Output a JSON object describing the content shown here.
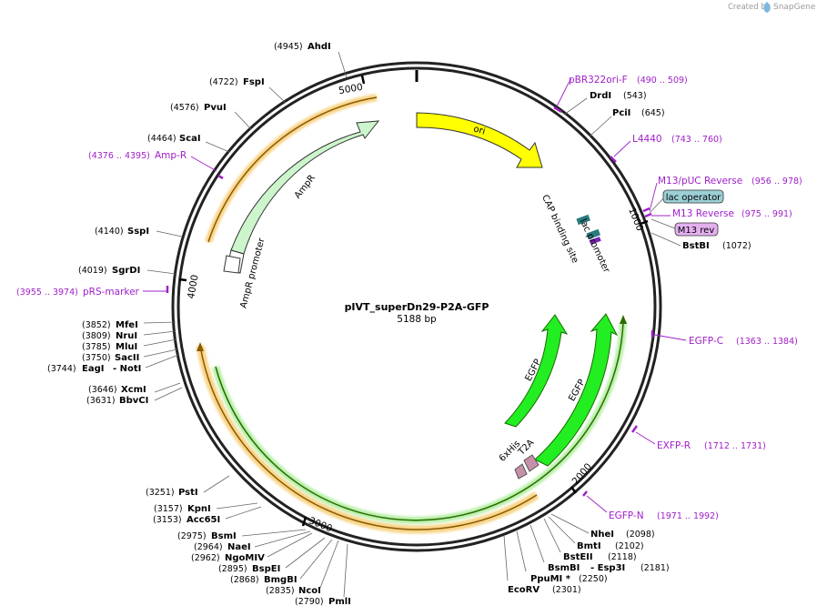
{
  "credit": {
    "text": "Created by",
    "brand": "SnapGene"
  },
  "plasmid": {
    "name": "pIVT_superDn29-P2A-GFP",
    "length_label": "5188 bp"
  },
  "ticks": [
    "1000",
    "2000",
    "3000",
    "4000",
    "5000"
  ],
  "features": {
    "ori": "ori",
    "ampr": "AmpR",
    "ampr_promoter": "AmpR promoter",
    "egfp1": "EGFP",
    "egfp2": "EGFP",
    "his": "6xHis",
    "t2a": "T2A",
    "cap": "CAP binding site",
    "lac_promoter": "lac promoter"
  },
  "boxes": {
    "lac_operator": "lac operator",
    "m13_rev": "M13 rev"
  },
  "enzymes": [
    {
      "pos": "(4945)",
      "name": "AhdI"
    },
    {
      "pos": "(4722)",
      "name": "FspI"
    },
    {
      "pos": "(4576)",
      "name": "PvuI"
    },
    {
      "pos": "(4464)",
      "name": "ScaI"
    },
    {
      "pos": "(4140)",
      "name": "SspI"
    },
    {
      "pos": "(4019)",
      "name": "SgrDI"
    },
    {
      "pos": "(3852)",
      "name": "MfeI"
    },
    {
      "pos": "(3809)",
      "name": "NruI"
    },
    {
      "pos": "(3785)",
      "name": "MluI"
    },
    {
      "pos": "(3750)",
      "name": "SacII"
    },
    {
      "pos": "(3744)",
      "name": "EagI",
      "extra": "- NotI"
    },
    {
      "pos": "(3646)",
      "name": "XcmI"
    },
    {
      "pos": "(3631)",
      "name": "BbvCI"
    },
    {
      "pos": "(3251)",
      "name": "PstI"
    },
    {
      "pos": "(3157)",
      "name": "KpnI"
    },
    {
      "pos": "(3153)",
      "name": "Acc65I"
    },
    {
      "pos": "(2975)",
      "name": "BsmI"
    },
    {
      "pos": "(2964)",
      "name": "NaeI"
    },
    {
      "pos": "(2962)",
      "name": "NgoMIV"
    },
    {
      "pos": "(2895)",
      "name": "BspEI"
    },
    {
      "pos": "(2868)",
      "name": "BmgBI"
    },
    {
      "pos": "(2835)",
      "name": "NcoI"
    },
    {
      "pos": "(2790)",
      "name": "PmlI"
    },
    {
      "pos": "(543)",
      "name": "DrdI"
    },
    {
      "pos": "(645)",
      "name": "PciI"
    },
    {
      "pos": "(1072)",
      "name": "BstBI"
    },
    {
      "pos": "(2098)",
      "name": "NheI"
    },
    {
      "pos": "(2102)",
      "name": "BmtI"
    },
    {
      "pos": "(2118)",
      "name": "BstEII"
    },
    {
      "pos": "(2181)",
      "name": "BsmBI",
      "extra": "- Esp3I"
    },
    {
      "pos": "(2250)",
      "name": "PpuMI *"
    },
    {
      "pos": "(2301)",
      "name": "EcoRV"
    }
  ],
  "primers": [
    {
      "name": "pBR322ori-F",
      "pos": "(490 .. 509)"
    },
    {
      "name": "L4440",
      "pos": "(743 .. 760)"
    },
    {
      "name": "M13/pUC Reverse",
      "pos": "(956 .. 978)"
    },
    {
      "name": "M13 Reverse",
      "pos": "(975 .. 991)"
    },
    {
      "name": "EGFP-C",
      "pos": "(1363 .. 1384)"
    },
    {
      "name": "EXFP-R",
      "pos": "(1712 .. 1731)"
    },
    {
      "name": "EGFP-N",
      "pos": "(1971 .. 1992)"
    },
    {
      "name": "Amp-R",
      "pos": "(4376 .. 4395)"
    },
    {
      "name": "pRS-marker",
      "pos": "(3955 .. 3974)"
    }
  ],
  "colors": {
    "ori": "#ffff00",
    "ampr": "#ccf5cc",
    "egfp": "#22ee22",
    "orf_highlight": "#f8d488",
    "orf_line": "#8b5a00",
    "orf_green_highlight": "#b8f0a8",
    "orf_green_line": "#2a6a00",
    "primer": "#a020c8",
    "lac_box": "#9ccfd6",
    "m13_box": "#e4b0f0",
    "his_tag": "#c78fa8"
  }
}
